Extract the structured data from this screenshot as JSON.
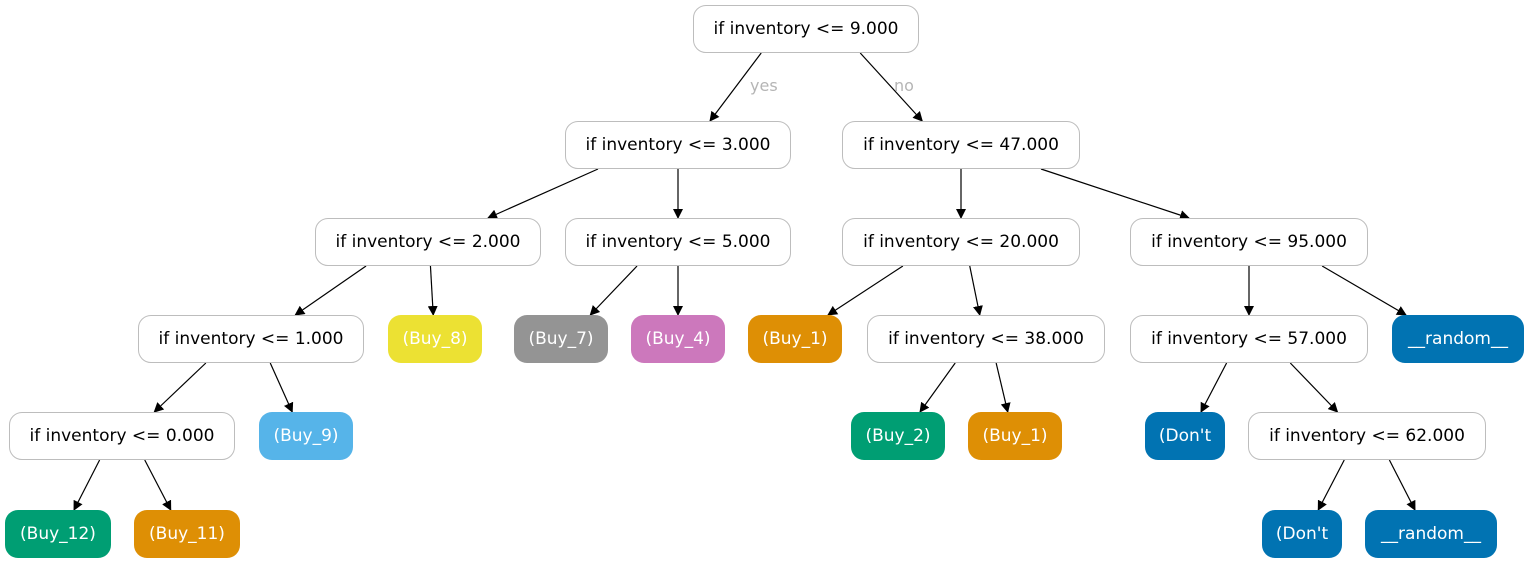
{
  "edge_labels": {
    "yes": "yes",
    "no": "no"
  },
  "colors": {
    "green": "#009e73",
    "orange": "#de8f05",
    "yellow": "#ece133",
    "gray": "#949494",
    "pink": "#cc78bc",
    "light_blue": "#56b4e9",
    "blue": "#0173b2",
    "edge": "#000000",
    "node_border": "#bdbdbd"
  },
  "nodes": {
    "root": {
      "text": "if inventory <= 9.000"
    },
    "n_le3": {
      "text": "if inventory <= 3.000"
    },
    "n_le47": {
      "text": "if inventory <= 47.000"
    },
    "n_le2": {
      "text": "if inventory <= 2.000"
    },
    "n_le5": {
      "text": "if inventory <= 5.000"
    },
    "n_le20": {
      "text": "if inventory <= 20.000"
    },
    "n_le95": {
      "text": "if inventory <= 95.000"
    },
    "n_le1": {
      "text": "if inventory <= 1.000"
    },
    "leaf_buy8": {
      "text": "(Buy_8)",
      "color": "yellow"
    },
    "leaf_buy7": {
      "text": "(Buy_7)",
      "color": "gray"
    },
    "leaf_buy4": {
      "text": "(Buy_4)",
      "color": "pink"
    },
    "leaf_buy1_a": {
      "text": "(Buy_1)",
      "color": "orange"
    },
    "n_le38": {
      "text": "if inventory <= 38.000"
    },
    "n_le57": {
      "text": "if inventory <= 57.000"
    },
    "leaf_random_a": {
      "text": "__random__",
      "color": "blue"
    },
    "n_le0": {
      "text": "if inventory <= 0.000"
    },
    "leaf_buy9": {
      "text": "(Buy_9)",
      "color": "light_blue"
    },
    "leaf_buy2": {
      "text": "(Buy_2)",
      "color": "green"
    },
    "leaf_buy1_b": {
      "text": "(Buy_1)",
      "color": "orange"
    },
    "leaf_dont_a": {
      "text": "(Don't",
      "color": "blue"
    },
    "n_le62": {
      "text": "if inventory <= 62.000"
    },
    "leaf_buy12": {
      "text": "(Buy_12)",
      "color": "green"
    },
    "leaf_buy11": {
      "text": "(Buy_11)",
      "color": "orange"
    },
    "leaf_dont_b": {
      "text": "(Don't",
      "color": "blue"
    },
    "leaf_random_b": {
      "text": "__random__",
      "color": "blue"
    }
  },
  "edges": [
    {
      "from": "root",
      "to": "n_le3",
      "label": "yes"
    },
    {
      "from": "root",
      "to": "n_le47",
      "label": "no"
    },
    {
      "from": "n_le3",
      "to": "n_le2"
    },
    {
      "from": "n_le3",
      "to": "n_le5"
    },
    {
      "from": "n_le47",
      "to": "n_le20"
    },
    {
      "from": "n_le47",
      "to": "n_le95"
    },
    {
      "from": "n_le2",
      "to": "n_le1"
    },
    {
      "from": "n_le2",
      "to": "leaf_buy8"
    },
    {
      "from": "n_le5",
      "to": "leaf_buy7"
    },
    {
      "from": "n_le5",
      "to": "leaf_buy4"
    },
    {
      "from": "n_le20",
      "to": "leaf_buy1_a"
    },
    {
      "from": "n_le20",
      "to": "n_le38"
    },
    {
      "from": "n_le95",
      "to": "n_le57"
    },
    {
      "from": "n_le95",
      "to": "leaf_random_a"
    },
    {
      "from": "n_le1",
      "to": "n_le0"
    },
    {
      "from": "n_le1",
      "to": "leaf_buy9"
    },
    {
      "from": "n_le38",
      "to": "leaf_buy2"
    },
    {
      "from": "n_le38",
      "to": "leaf_buy1_b"
    },
    {
      "from": "n_le57",
      "to": "leaf_dont_a"
    },
    {
      "from": "n_le57",
      "to": "n_le62"
    },
    {
      "from": "n_le0",
      "to": "leaf_buy12"
    },
    {
      "from": "n_le0",
      "to": "leaf_buy11"
    },
    {
      "from": "n_le62",
      "to": "leaf_dont_b"
    },
    {
      "from": "n_le62",
      "to": "leaf_random_b"
    }
  ]
}
